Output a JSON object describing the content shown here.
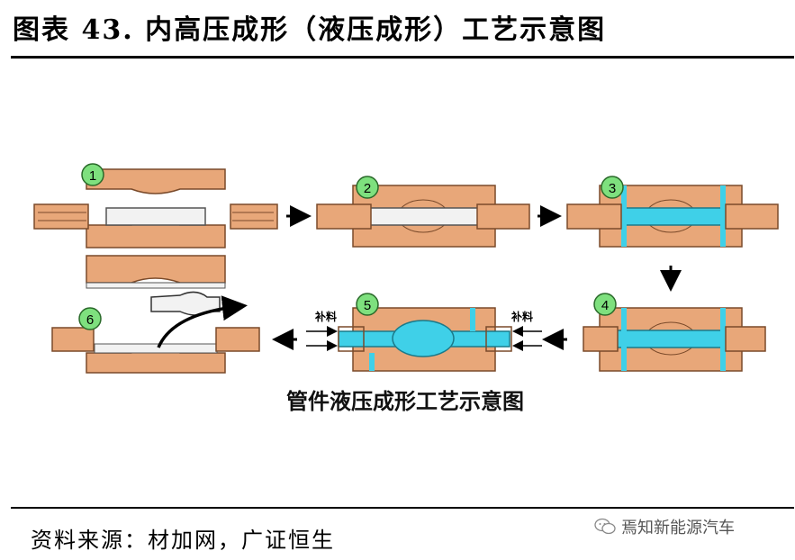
{
  "header": {
    "title": "图表 43. 内高压成形（液压成形）工艺示意图"
  },
  "diagram": {
    "caption": "管件液压成形工艺示意图",
    "steps": [
      "1",
      "2",
      "3",
      "4",
      "5",
      "6"
    ],
    "feed_label": "补料",
    "colors": {
      "die": "#e8a779",
      "die_stroke": "#7a4a2a",
      "fluid": "#3fd0e8",
      "tube": "#f2f2f2"
    }
  },
  "footer": {
    "source": "资料来源：材加网，广证恒生",
    "watermark": "焉知新能源汽车"
  }
}
